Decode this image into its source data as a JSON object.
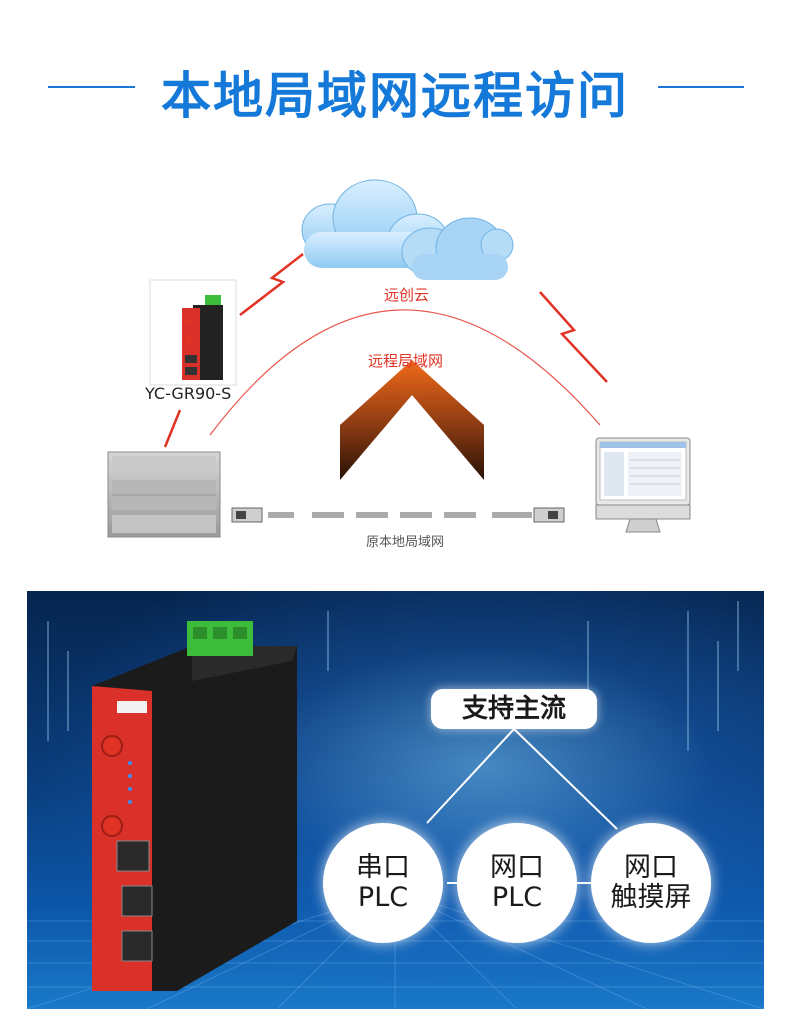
{
  "title": "本地局域网远程访问",
  "diagram": {
    "cloud_label": "远创云",
    "remote_lan_label": "远程局域网",
    "device_label": "YC-GR90-S",
    "local_lan_label": "原本地局域网"
  },
  "banner": {
    "heading": "支持主流",
    "options": [
      {
        "line1": "串口",
        "line2": "PLC"
      },
      {
        "line1": "网口",
        "line2": "PLC"
      },
      {
        "line1": "网口",
        "line2": "触摸屏"
      }
    ]
  },
  "colors": {
    "title_blue": "#1479d8",
    "accent_red": "#e03325",
    "router_red": "#d9312a",
    "terminal_green": "#3dbb3a"
  }
}
